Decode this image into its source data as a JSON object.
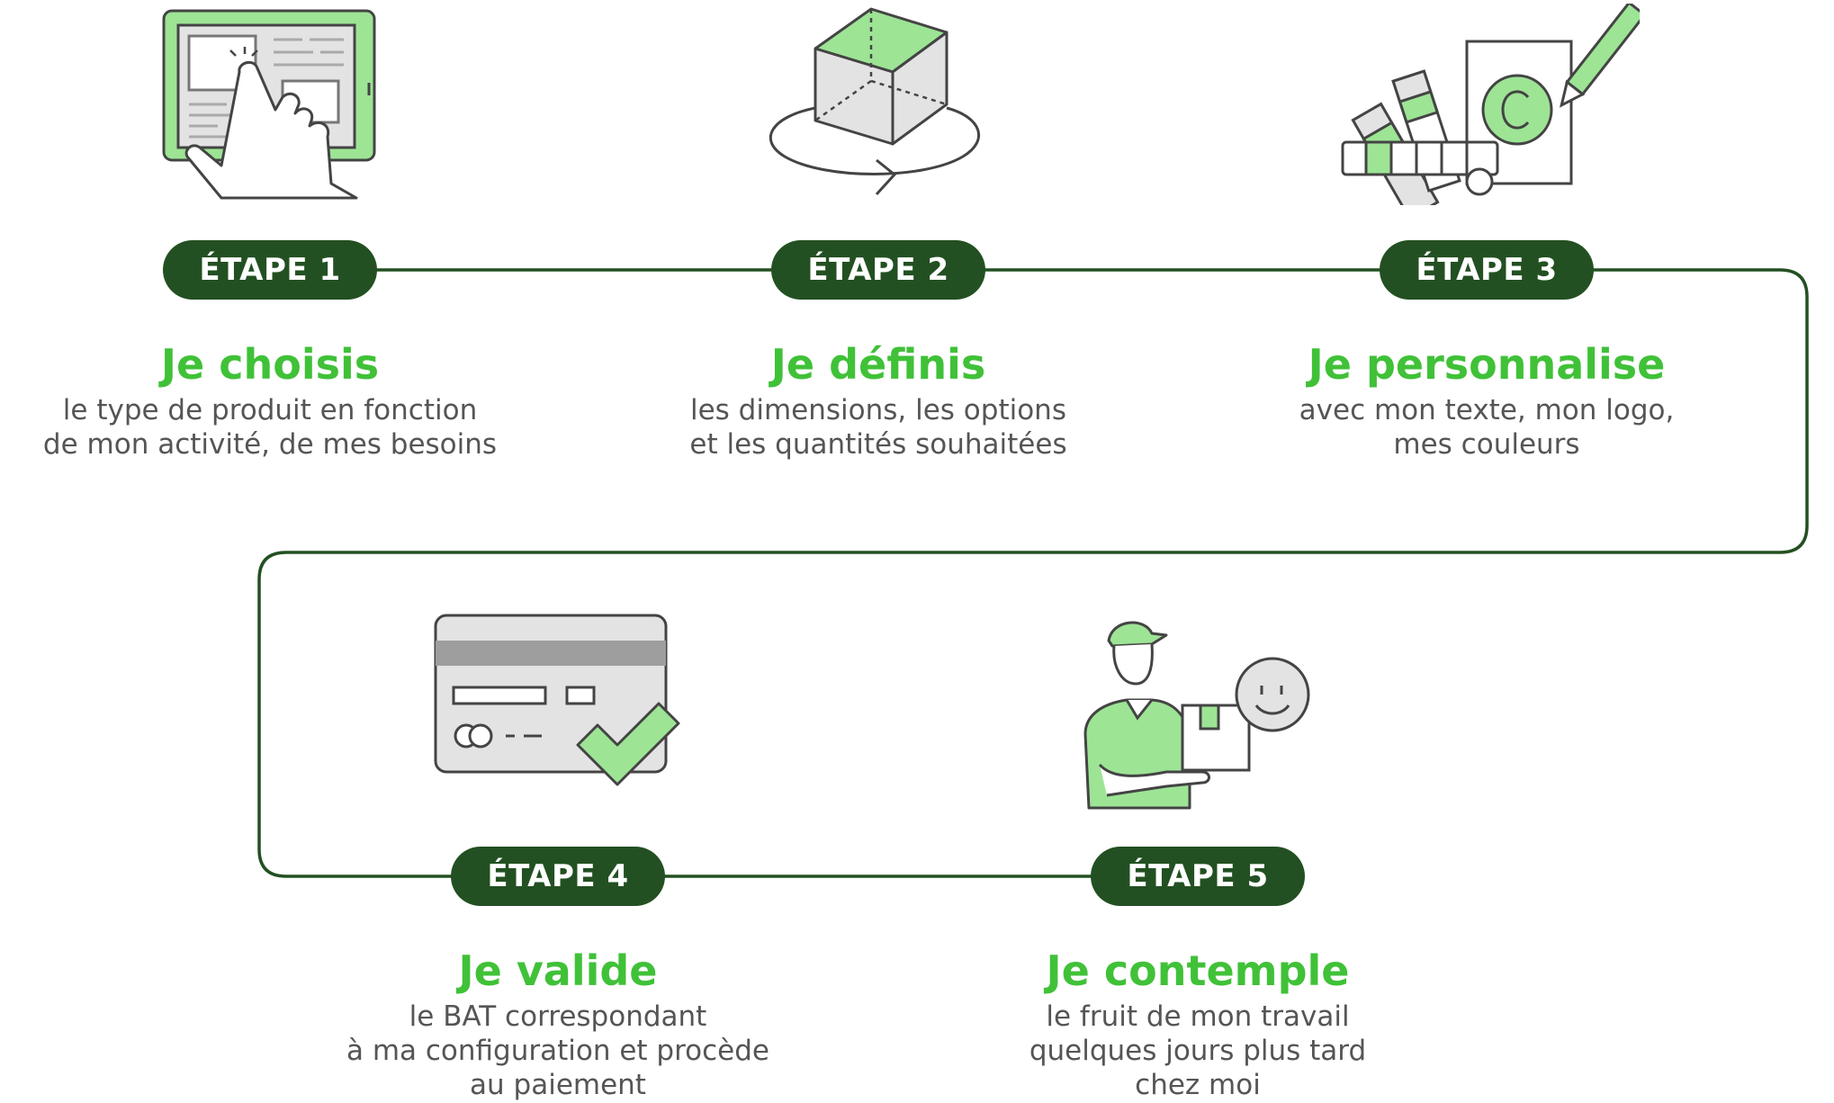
{
  "colors": {
    "primary_dark": "#235022",
    "accent_green": "#40c138",
    "icon_green": "#9de495",
    "text_gray": "#555555"
  },
  "steps": [
    {
      "badge": "ÉTAPE 1",
      "title": "Je choisis",
      "description": [
        "le type de produit en fonction",
        "de mon activité, de mes besoins"
      ],
      "icon": "tablet-touch-icon"
    },
    {
      "badge": "ÉTAPE 2",
      "title": "Je définis",
      "description": [
        "les dimensions, les options",
        "et les quantités souhaitées"
      ],
      "icon": "rotating-cube-icon"
    },
    {
      "badge": "ÉTAPE 3",
      "title": "Je personnalise",
      "description": [
        "avec mon texte, mon logo,",
        "mes couleurs"
      ],
      "icon": "color-swatch-pencil-icon"
    },
    {
      "badge": "ÉTAPE 4",
      "title": "Je valide",
      "description": [
        "le BAT correspondant",
        "à ma configuration et procède",
        "au paiement"
      ],
      "icon": "credit-card-check-icon"
    },
    {
      "badge": "ÉTAPE 5",
      "title": "Je contemple",
      "description": [
        "le fruit de mon travail",
        "quelques jours plus tard",
        "chez moi"
      ],
      "icon": "delivery-person-icon"
    }
  ]
}
